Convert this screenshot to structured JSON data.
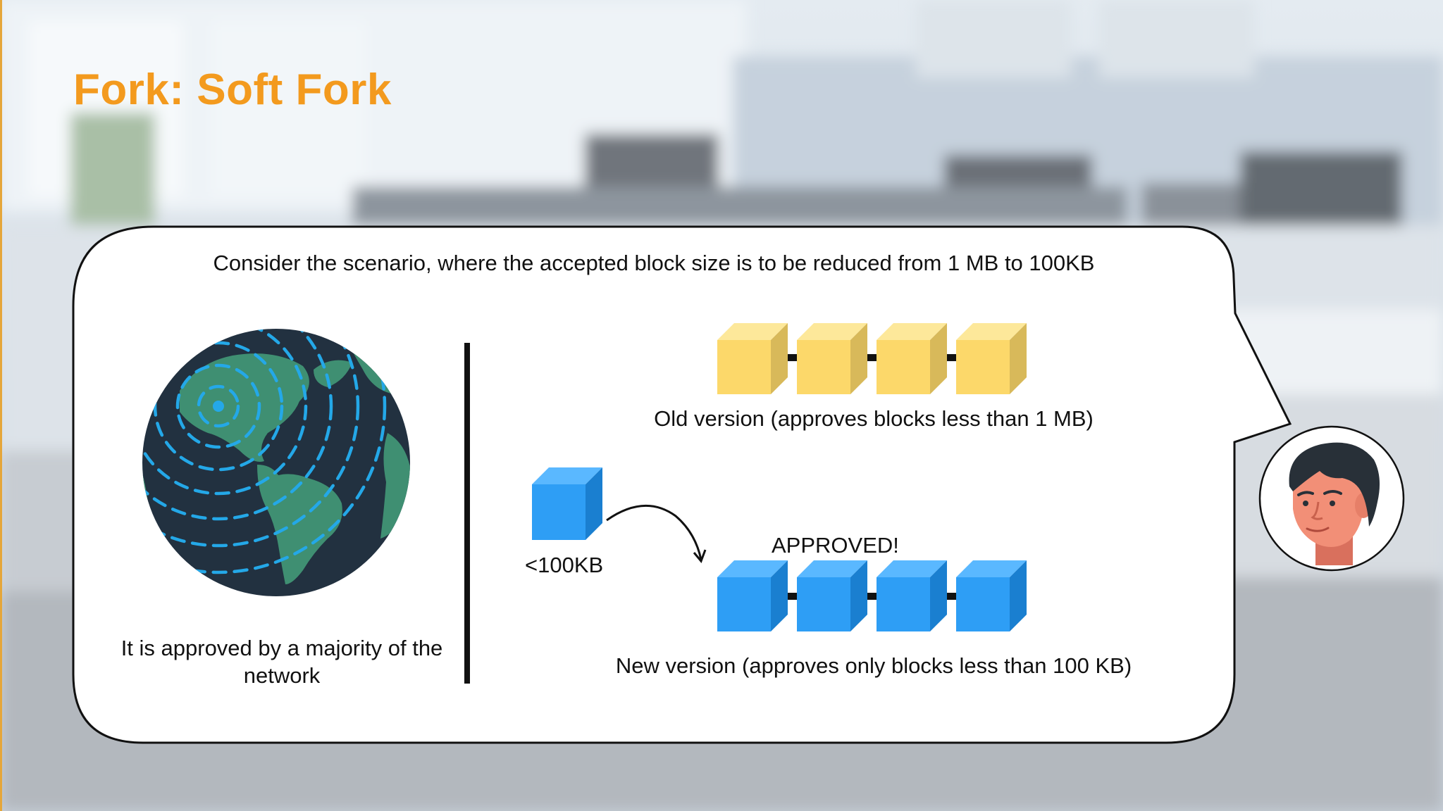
{
  "slide": {
    "title": "Fork: Soft Fork"
  },
  "bubble": {
    "scenario": "Consider the scenario, where the accepted block size is to be reduced from 1 MB to 100KB",
    "globe_caption": "It is approved by a majority of the network",
    "old_version_label": "Old version (approves blocks less than 1 MB)",
    "single_block_label": "<100KB",
    "approved_label": "APPROVED!",
    "new_version_label": "New version (approves only blocks less than 100 KB)"
  },
  "icons": {
    "globe": "globe-icon",
    "avatar": "presenter-avatar",
    "arrow": "curved-arrow-icon"
  },
  "colors": {
    "title": "#f39a1e",
    "old_block": "#fcd86a",
    "new_block": "#2e9ef5",
    "globe_ocean": "#223140",
    "globe_land": "#3f8f72",
    "dashes": "#24a8e8"
  }
}
